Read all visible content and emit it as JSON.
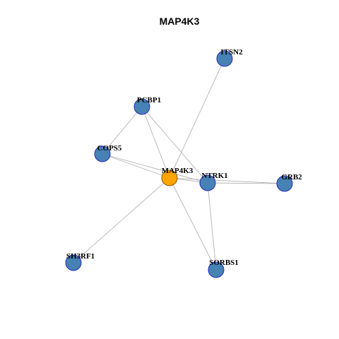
{
  "title": "MAP4K3",
  "colors": {
    "hub_fill": "#ffa500",
    "hub_stroke": "#8b5a00",
    "node_fill": "#4682b4",
    "node_stroke": "#2a2ab8",
    "edge": "#b3b3b3"
  },
  "nodes": [
    {
      "id": "MAP4K3",
      "label": "MAP4K3",
      "hub": true
    },
    {
      "id": "ITSN2",
      "label": "ITSN2",
      "hub": false
    },
    {
      "id": "PCBP1",
      "label": "PCBP1",
      "hub": false
    },
    {
      "id": "COPS5",
      "label": "COPS5",
      "hub": false
    },
    {
      "id": "NTRK1",
      "label": "NTRK1",
      "hub": false
    },
    {
      "id": "GRB2",
      "label": "GRB2",
      "hub": false
    },
    {
      "id": "SH3RF1",
      "label": "SH3RF1",
      "hub": false
    },
    {
      "id": "SORBS1",
      "label": "SORBS1",
      "hub": false
    }
  ],
  "edges": [
    [
      "MAP4K3",
      "ITSN2"
    ],
    [
      "MAP4K3",
      "PCBP1"
    ],
    [
      "MAP4K3",
      "COPS5"
    ],
    [
      "MAP4K3",
      "NTRK1"
    ],
    [
      "MAP4K3",
      "GRB2"
    ],
    [
      "MAP4K3",
      "SH3RF1"
    ],
    [
      "MAP4K3",
      "SORBS1"
    ],
    [
      "PCBP1",
      "COPS5"
    ],
    [
      "PCBP1",
      "NTRK1"
    ],
    [
      "COPS5",
      "NTRK1"
    ],
    [
      "NTRK1",
      "GRB2"
    ],
    [
      "NTRK1",
      "SORBS1"
    ]
  ]
}
